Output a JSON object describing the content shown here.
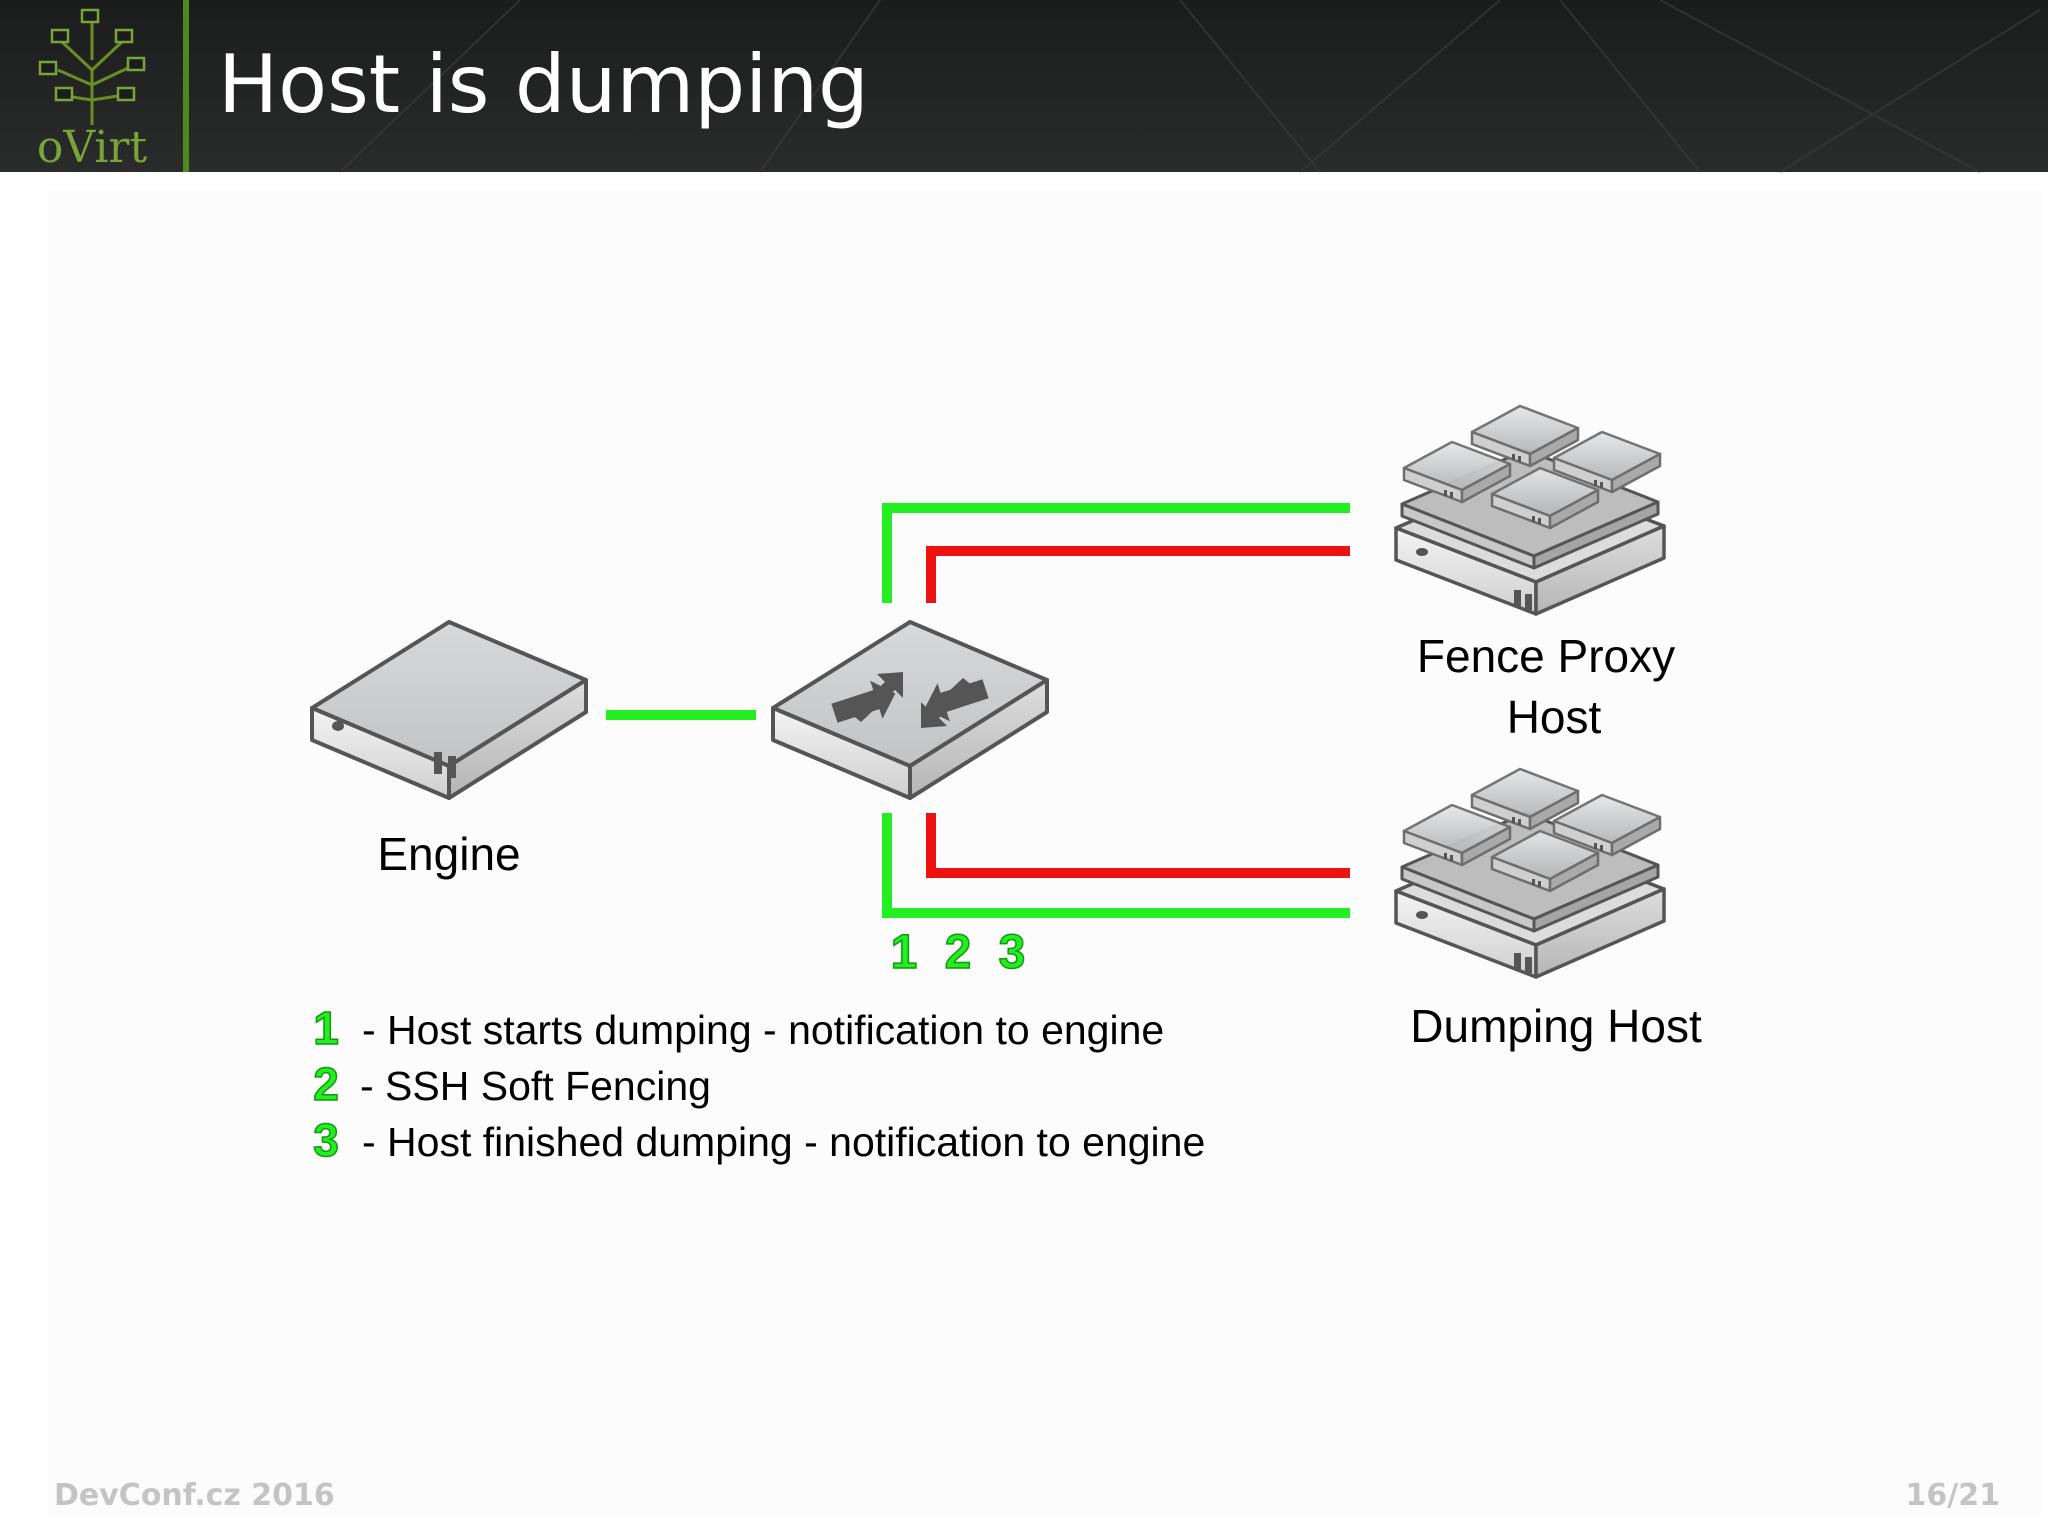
{
  "header": {
    "logo_text": "oVirt",
    "title": "Host is dumping"
  },
  "diagram": {
    "nodes": {
      "engine": "Engine",
      "fence_proxy_line1": "Fence Proxy",
      "fence_proxy_line2": "Host",
      "dumping_host": "Dumping Host"
    },
    "step_markers": [
      "1",
      "2",
      "3"
    ],
    "link_colors": {
      "green": "#22ee22",
      "red": "#ee1111"
    }
  },
  "legend": [
    {
      "num": "1",
      "text": "- Host starts dumping - notification to engine"
    },
    {
      "num": "2",
      "text": "- SSH Soft Fencing"
    },
    {
      "num": "3",
      "text": "- Host finished dumping - notification to engine"
    }
  ],
  "footer": {
    "left": "DevConf.cz 2016",
    "right": "16/21"
  }
}
